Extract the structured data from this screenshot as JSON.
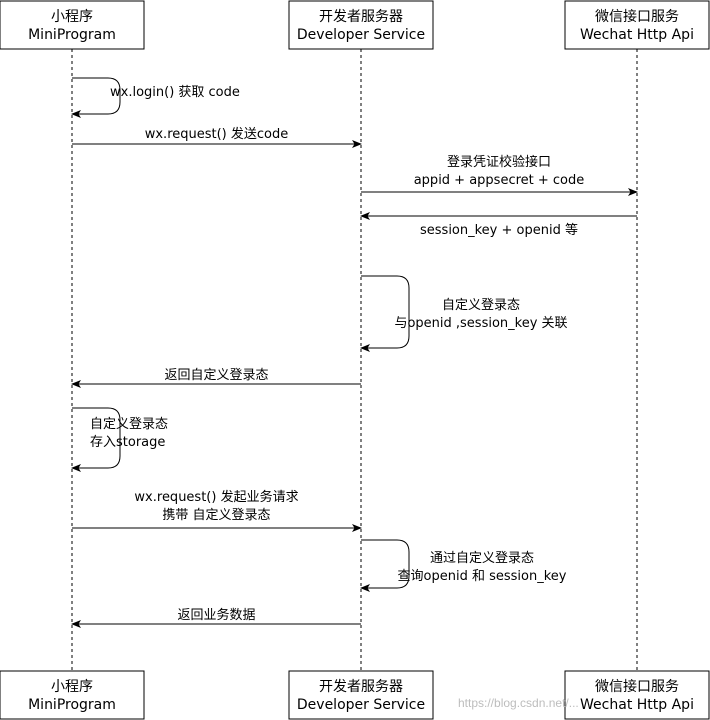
{
  "participants": [
    {
      "id": "mini",
      "name_cn": "小程序",
      "name_en": "MiniProgram"
    },
    {
      "id": "dev",
      "name_cn": "开发者服务器",
      "name_en": "Developer Service"
    },
    {
      "id": "wx",
      "name_cn": "微信接口服务",
      "name_en": "Wechat Http Api"
    }
  ],
  "messages": [
    {
      "id": "m1",
      "type": "self",
      "at": "mini",
      "lines": [
        "wx.login() 获取 code"
      ]
    },
    {
      "id": "m2",
      "type": "msg",
      "from": "mini",
      "to": "dev",
      "lines": [
        "wx.request() 发送code"
      ]
    },
    {
      "id": "m3",
      "type": "msg",
      "from": "dev",
      "to": "wx",
      "lines": [
        "登录凭证校验接口",
        "appid + appsecret + code"
      ]
    },
    {
      "id": "m4",
      "type": "msg",
      "from": "wx",
      "to": "dev",
      "lines": [
        "session_key + openid 等"
      ]
    },
    {
      "id": "m5",
      "type": "self",
      "at": "dev",
      "lines": [
        "自定义登录态",
        "与openid ,session_key 关联"
      ]
    },
    {
      "id": "m6",
      "type": "msg",
      "from": "dev",
      "to": "mini",
      "lines": [
        "返回自定义登录态"
      ]
    },
    {
      "id": "m7",
      "type": "self",
      "at": "mini",
      "lines": [
        "自定义登录态",
        "存入storage"
      ]
    },
    {
      "id": "m8",
      "type": "msg",
      "from": "mini",
      "to": "dev",
      "lines": [
        "wx.request() 发起业务请求",
        "携带 自定义登录态"
      ]
    },
    {
      "id": "m9",
      "type": "self",
      "at": "dev",
      "lines": [
        "通过自定义登录态",
        "查询openid 和 session_key"
      ]
    },
    {
      "id": "m10",
      "type": "msg",
      "from": "dev",
      "to": "mini",
      "lines": [
        "返回业务数据"
      ]
    }
  ],
  "watermark": "https://blog.csdn.net/..."
}
